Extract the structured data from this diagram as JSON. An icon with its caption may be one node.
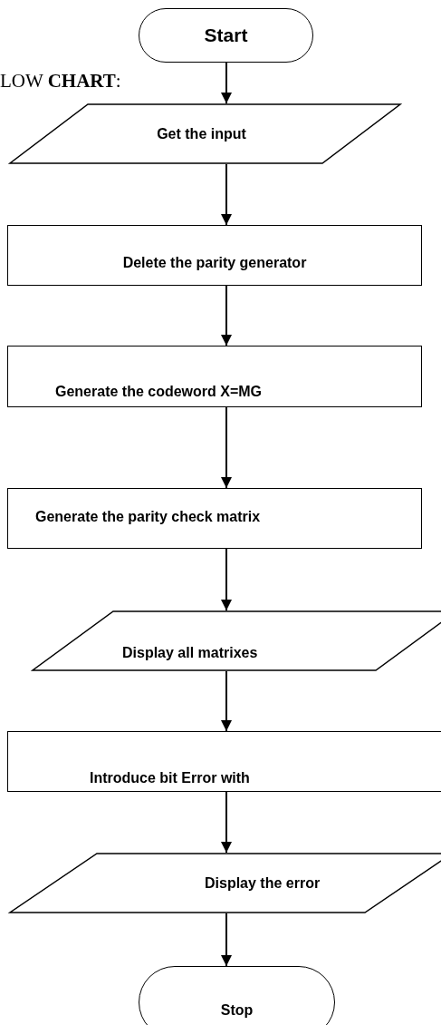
{
  "diagram": {
    "title": "LOW **CHART**:",
    "nodes": [
      {
        "text": [
          "Start"
        ]
      },
      {
        "text": [
          "Get the input"
        ]
      },
      {
        "text": [
          "Delete the parity generator"
        ]
      },
      {
        "text": [
          "Generate the codeword X=MG"
        ]
      },
      {
        "text": [
          "Generate the parity check matrix"
        ]
      },
      {
        "text": [
          "Display all matrixes"
        ]
      },
      {
        "text": [
          "Introduce bit Error with"
        ]
      },
      {
        "text": [
          "Display the error"
        ]
      },
      {
        "text": [
          "Stop"
        ]
      }
    ],
    "edges": [
      {
        "from": 0,
        "to": 1,
        "arrow": "to"
      },
      {
        "from": 1,
        "to": 2,
        "arrow": "to"
      },
      {
        "from": 2,
        "to": 3,
        "arrow": "to"
      },
      {
        "from": 3,
        "to": 4,
        "arrow": "to"
      },
      {
        "from": 4,
        "to": 5,
        "arrow": "to"
      },
      {
        "from": 5,
        "to": 6,
        "arrow": "to"
      },
      {
        "from": 6,
        "to": 7,
        "arrow": "to"
      },
      {
        "from": 7,
        "to": 8,
        "arrow": "to"
      }
    ]
  }
}
